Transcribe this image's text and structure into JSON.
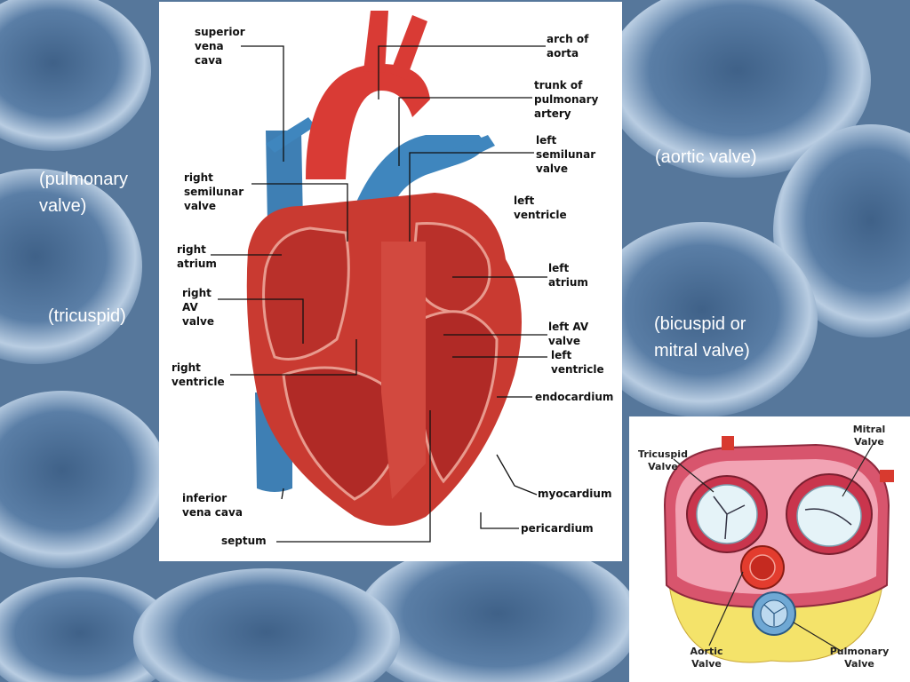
{
  "slide": {
    "captions": {
      "pulmonary": "(pulmonary\nvalve)",
      "tricuspid": "(tricuspid)",
      "aortic": "(aortic valve)",
      "bicuspid": "(bicuspid or\nmitral valve)"
    }
  },
  "heart_diagram": {
    "labels": {
      "superior_vena_cava": "superior\nvena\ncava",
      "arch_of_aorta": "arch of\naorta",
      "trunk_pulmonary_artery": "trunk of\npulmonary\nartery",
      "left_semilunar_valve": "left\nsemilunar\nvalve",
      "left_ventricle_top": "left\nventricle",
      "right_semilunar_valve": "right\nsemilunar\nvalve",
      "right_atrium": "right\natrium",
      "left_atrium": "left\natrium",
      "right_av_valve": "right\nAV\nvalve",
      "left_av_valve": "left AV\nvalve",
      "left_ventricle": "left\nventricle",
      "right_ventricle": "right\nventricle",
      "endocardium": "endocardium",
      "myocardium": "myocardium",
      "inferior_vena_cava": "inferior\nvena cava",
      "pericardium": "pericardium",
      "septum": "septum"
    }
  },
  "valve_diagram": {
    "labels": {
      "tricuspid_valve": "Tricuspid\nValve",
      "mitral_valve": "Mitral\nValve",
      "aortic_valve": "Aortic\nValve",
      "pulmonary_valve": "Pulmonary\nValve"
    }
  }
}
